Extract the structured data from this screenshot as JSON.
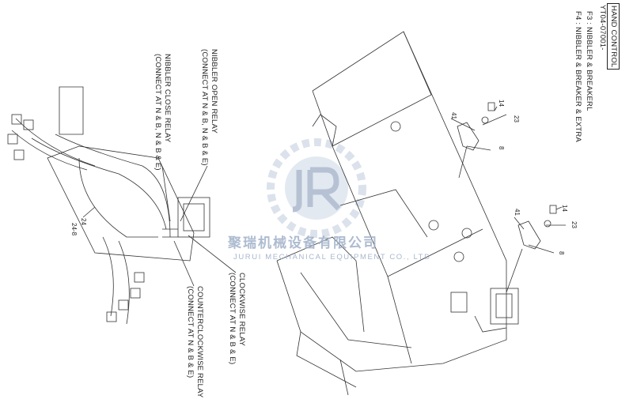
{
  "header": {
    "title": "HAND CONTROL",
    "part_code": "YT04-07001-",
    "notes": [
      "F3 : NIBBLER & BREAKERL",
      "F4 : NIBBLER & BREAKER & EXTRA"
    ]
  },
  "callouts": {
    "nibbler_open": {
      "line1": "NIBBLER OPEN RELAY",
      "line2": "(CONNECT AT N & B, N & B & E)"
    },
    "nibbler_close": {
      "line1": "NIBBLER CLOSE RELAY",
      "line2": "(CONNECT AT N & B, N & B & E)"
    },
    "clockwise": {
      "line1": "CLOCKWISE RELAY",
      "line2": "(CONNECT AT N & B & E)"
    },
    "counterclockwise": {
      "line1": "COUNTERCLOCKWISE RELAY",
      "line2": "(CONNECT AT N & B & E)"
    }
  },
  "part_numbers": {
    "harness": [
      "24",
      "24-8"
    ],
    "upper_group": [
      "14",
      "23",
      "41",
      "8"
    ],
    "lower_group": [
      "14",
      "23",
      "41",
      "8"
    ]
  },
  "watermark": {
    "cn": "聚瑞机械设备有限公司",
    "en": "JURUI MECHANICAL EQUIPMENT CO., LTD"
  },
  "colors": {
    "line": "#333333",
    "watermark": "#9fb0c8"
  }
}
